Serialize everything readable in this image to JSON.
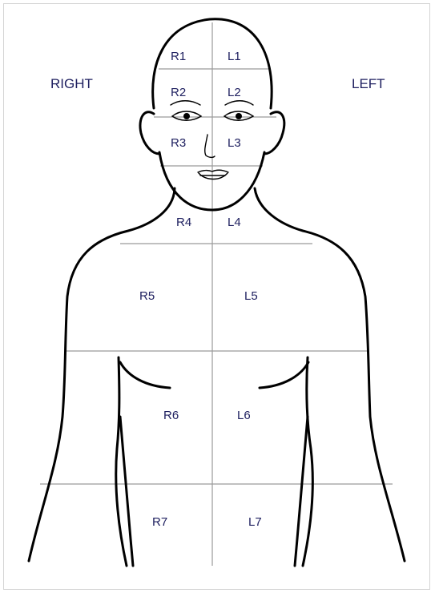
{
  "side_labels": {
    "right": "RIGHT",
    "left": "LEFT"
  },
  "zones": {
    "r1": "R1",
    "l1": "L1",
    "r2": "R2",
    "l2": "L2",
    "r3": "R3",
    "l3": "L3",
    "r4": "R4",
    "l4": "L4",
    "r5": "R5",
    "l5": "L5",
    "r6": "R6",
    "l6": "L6",
    "r7": "R7",
    "l7": "L7"
  },
  "colors": {
    "label": "#1f2060",
    "outline": "#000000",
    "grid": "#9a9a9a",
    "frame": "#d4d4d4"
  }
}
